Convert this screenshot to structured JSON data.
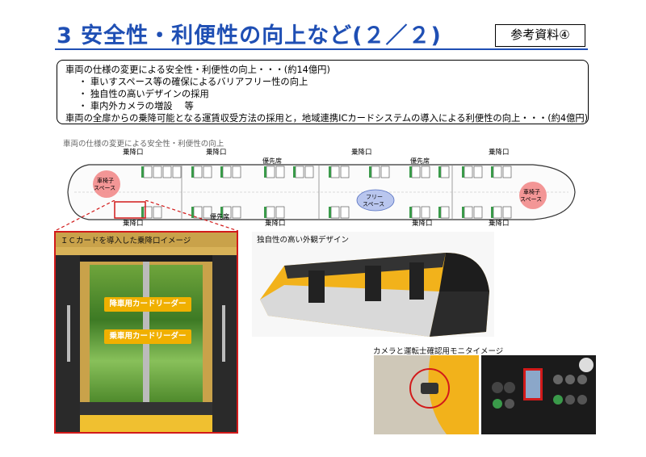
{
  "header": {
    "title": "3  安全性・利便性の向上など(２／２)",
    "reference_label": "参考資料④",
    "accent_color": "#1f4fb4"
  },
  "summary": {
    "line1": "車両の仕様の変更による安全性・利便性の向上・・・(約14億円)",
    "bullets": [
      "・ 車いすスペース等の確保によるバリアフリー性の向上",
      "・ 独自性の高いデザインの採用",
      "・ 車内外カメラの増設　 等"
    ],
    "line2": "車両の全扉からの乗降可能となる運賃収受方法の採用と，地域連携ICカードシステムの導入による利便性の向上・・・(約4億円)"
  },
  "plan": {
    "title": "車両の仕様の変更による安全性・利便性の向上",
    "door_label": "乗降口",
    "priority_seat_label": "優先席",
    "wheelchair_label_line1": "車椅子",
    "wheelchair_label_line2": "スペース",
    "free_space_line1": "フリー",
    "free_space_line2": "スペース"
  },
  "ic_image": {
    "caption": "ＩＣカードを導入した乗降口イメージ",
    "exit_reader_label": "降車用カードリーダー",
    "entry_reader_label": "乗車用カードリーダー"
  },
  "exterior_image": {
    "caption": "独自性の高い外観デザイン",
    "body_color": "#f2b21b"
  },
  "camera_image": {
    "caption": "カメラと運転士確認用モニタイメージ"
  },
  "colors": {
    "highlight_red": "#d21a1a",
    "seat_green": "#3a9a4a",
    "wheelchair_pink": "#f28b8b",
    "free_space_blue": "#b9c6ee",
    "reader_yellow": "#f0b000"
  }
}
